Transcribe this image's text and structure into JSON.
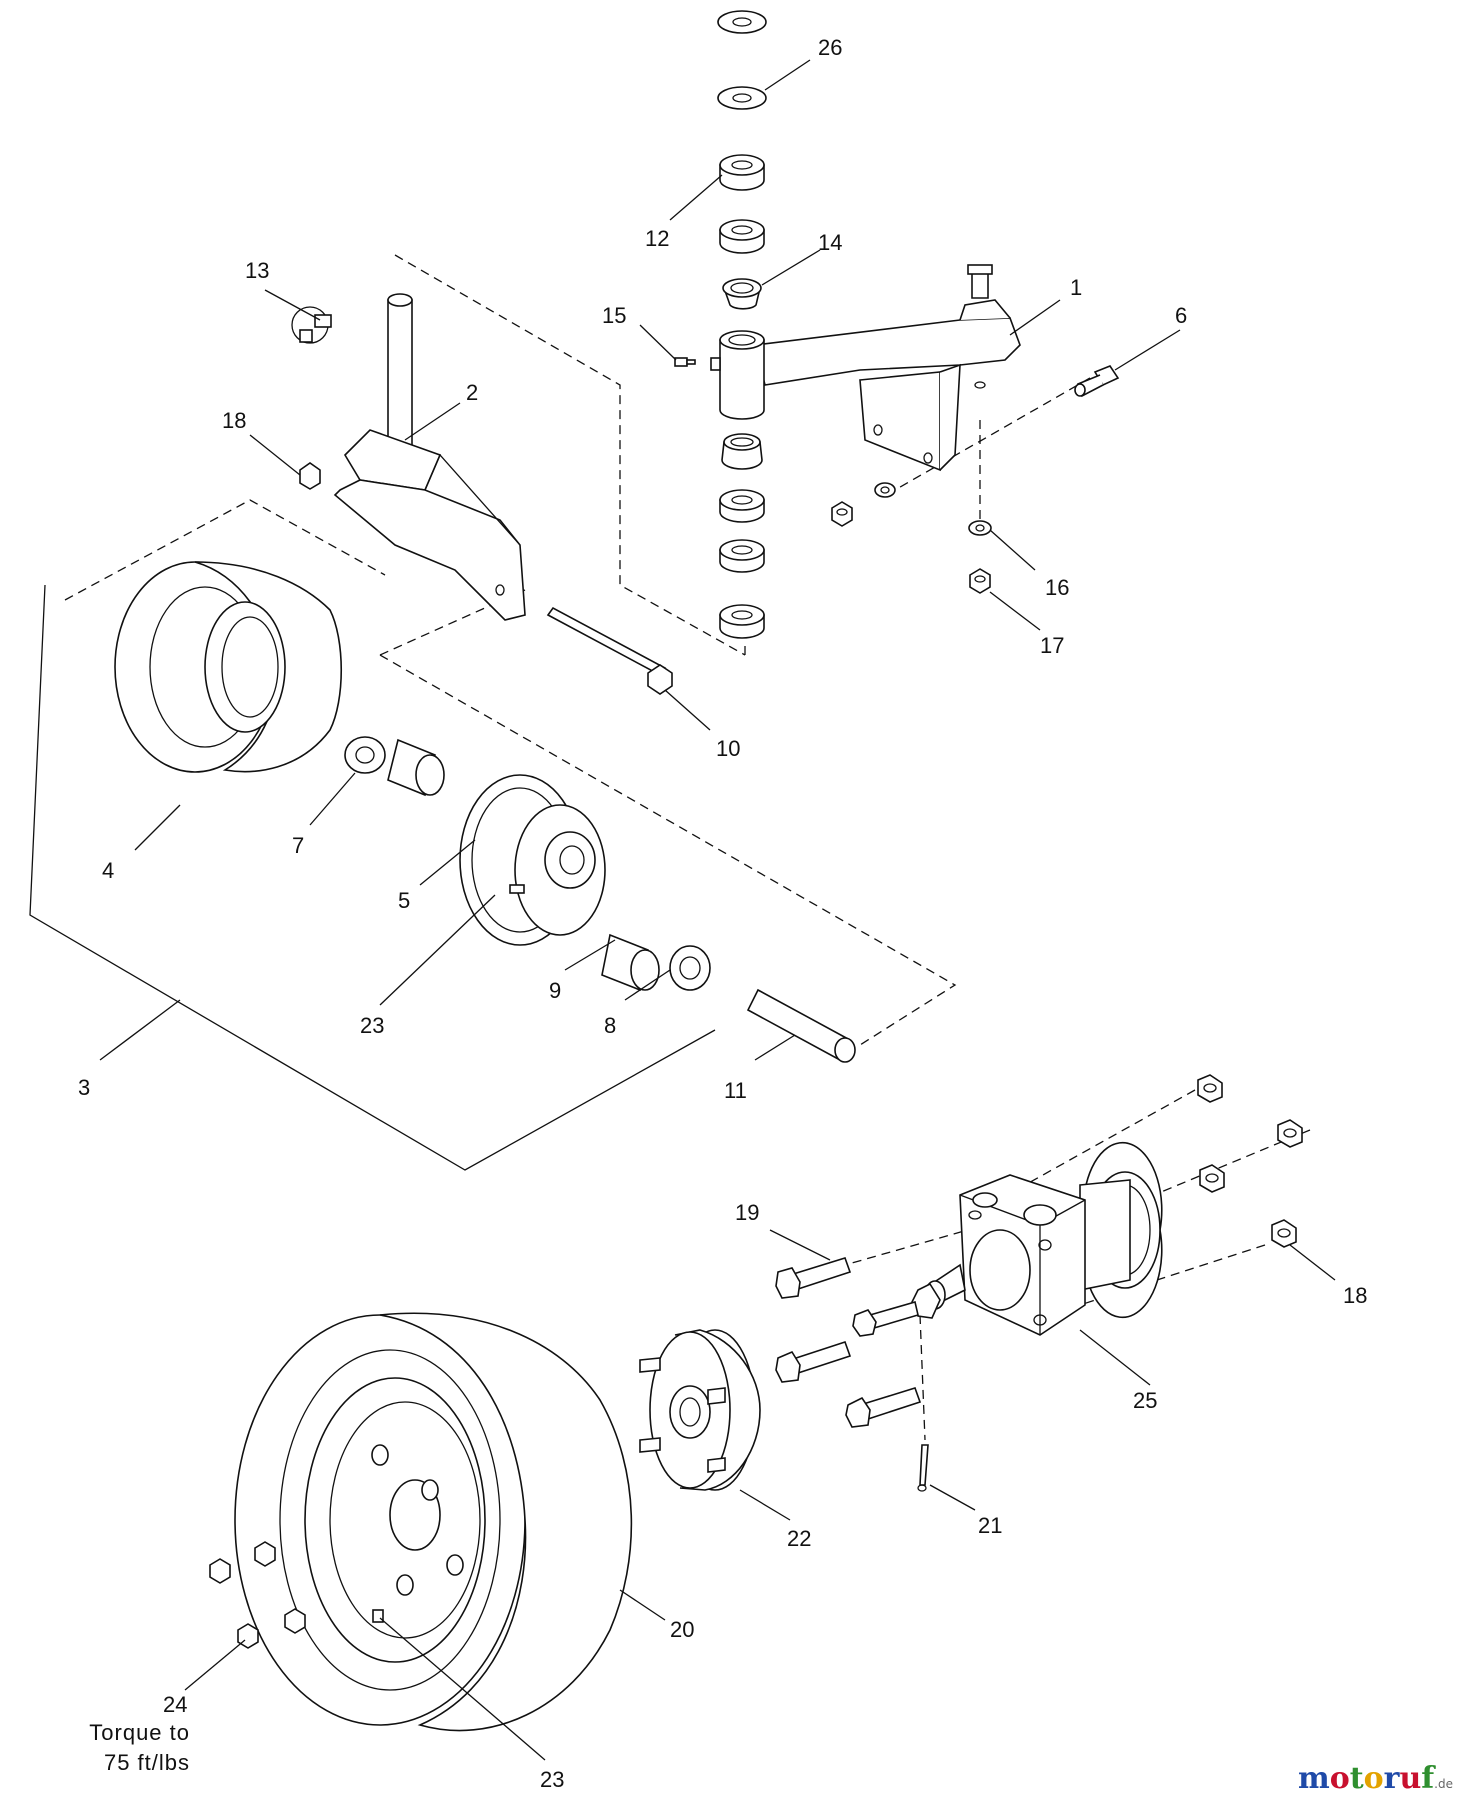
{
  "callouts": {
    "c1": "1",
    "c2": "2",
    "c3": "3",
    "c4": "4",
    "c5": "5",
    "c6": "6",
    "c7": "7",
    "c8": "8",
    "c9": "9",
    "c10": "10",
    "c11": "11",
    "c12": "12",
    "c13": "13",
    "c14": "14",
    "c15": "15",
    "c16": "16",
    "c17": "17",
    "c18a": "18",
    "c18b": "18",
    "c19": "19",
    "c20": "20",
    "c21": "21",
    "c22": "22",
    "c23a": "23",
    "c23b": "23",
    "c24": "24",
    "c25": "25",
    "c26": "26"
  },
  "note": {
    "line1": "Torque to",
    "line2": "75 ft/lbs"
  },
  "watermark": {
    "brand": "motoruf",
    "tld": ".de",
    "colors": [
      "#1f4aa8",
      "#c8102e",
      "#2f8f2f",
      "#e3a200",
      "#1f4aa8",
      "#c8102e",
      "#2f8f2f"
    ]
  }
}
